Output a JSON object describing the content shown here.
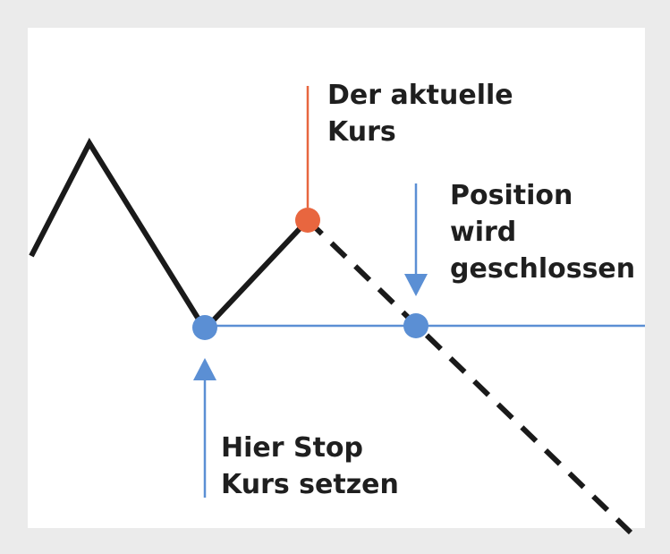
{
  "labels": {
    "current_price": [
      "Der aktuelle",
      "Kurs"
    ],
    "position_closed": [
      "Position",
      "wird",
      "geschlossen"
    ],
    "stop_price": [
      "Hier Stop",
      "Kurs setzen"
    ]
  },
  "colors": {
    "background": "#ebebeb",
    "panel": "#ffffff",
    "price_line": "#1a1a1a",
    "stop_level": "#5b8fd4",
    "current_marker": "#e8663f",
    "text": "#1f1f1f"
  }
}
